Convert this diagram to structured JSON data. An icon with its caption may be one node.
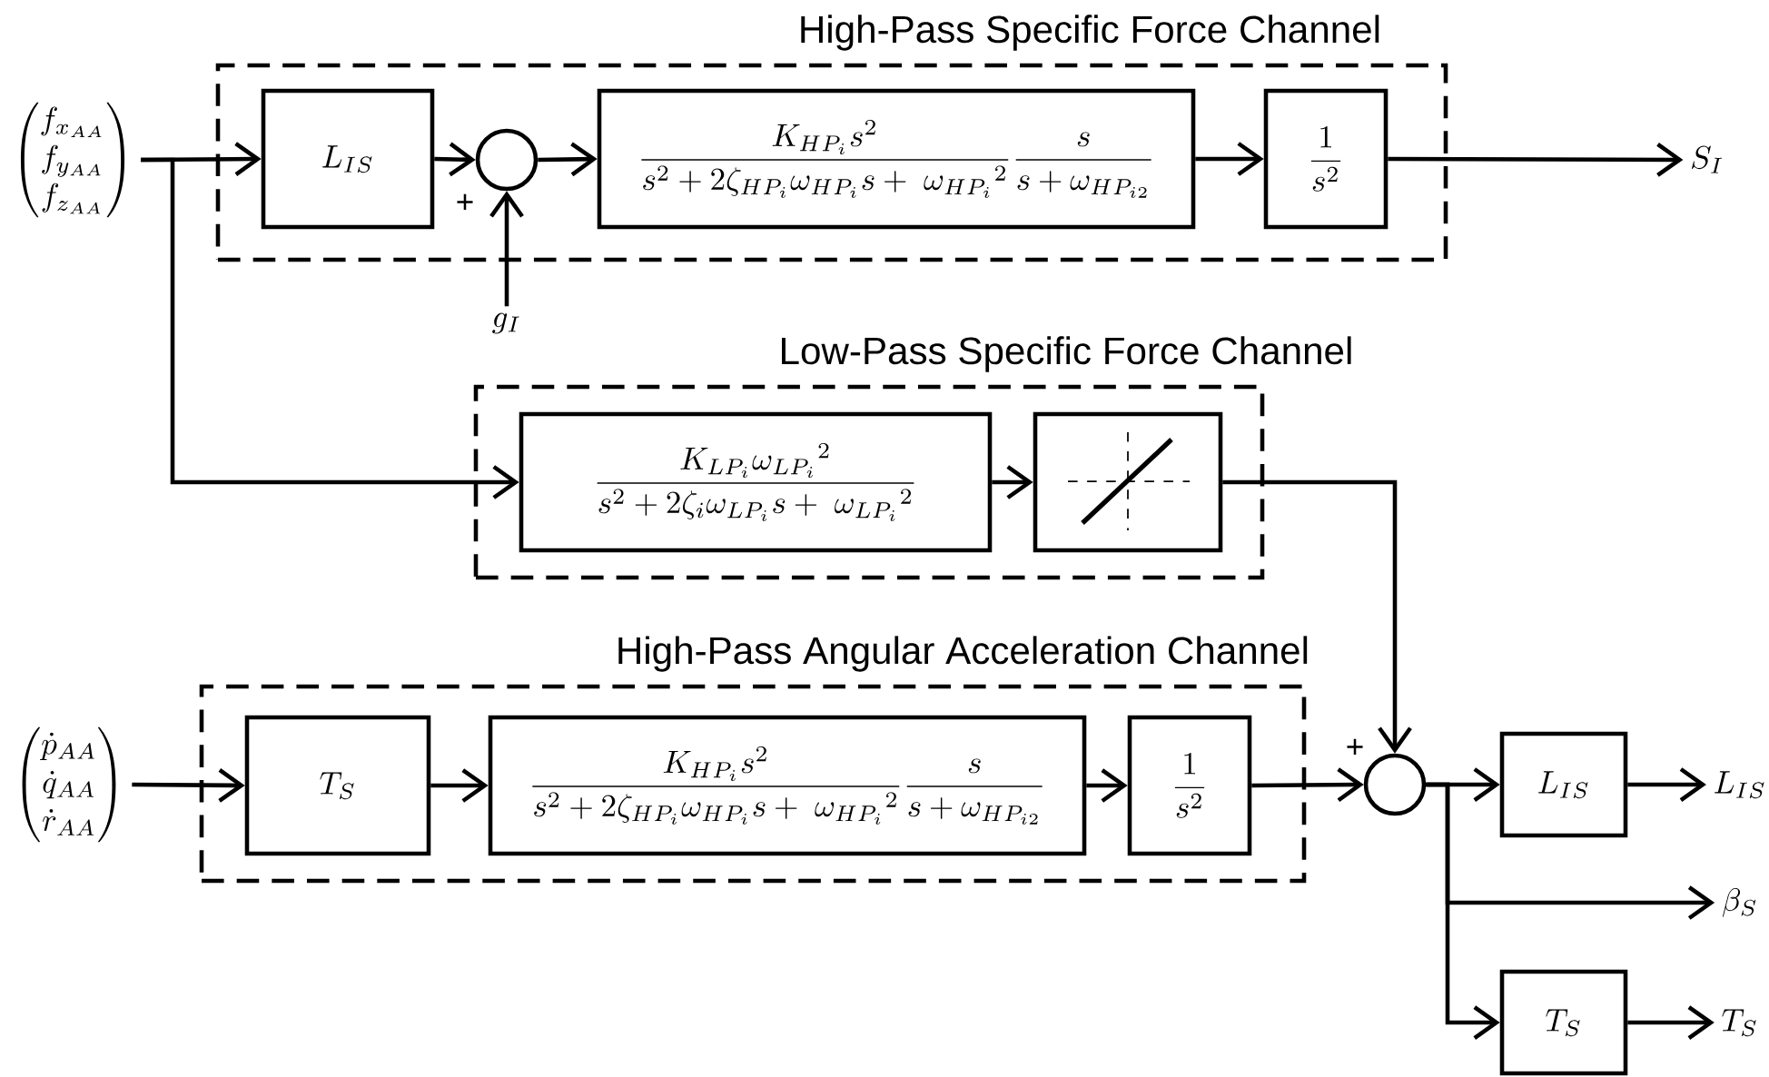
{
  "diagram": {
    "nodes": [
      {
        "text": [
          "High-Pass Specific Force Channel"
        ]
      },
      {
        "text": [
          "\\begin{pmatrix} f_{x_{AA}} \\\\ f_{y_{AA}} \\\\ f_{z_{AA}} \\end{pmatrix}"
        ]
      },
      {
        "text": [
          "L_{IS}"
        ],
        "in": 0
      },
      {
        "text": [],
        "shape": "circle",
        "in": 0
      },
      {
        "text": [
          "\\frac{K_{HP_i}s^2}{s^2+2\\zeta_{HP_i}\\omega_{HP_i}s+\\ {\\omega_{HP_i}}^2}\\frac{s}{s+\\omega_{HP_{i2}}}"
        ],
        "in": 0
      },
      {
        "text": [
          "\\frac{1}{s^2}"
        ],
        "in": 0
      },
      {
        "text": [
          "S_I"
        ]
      },
      {
        "text": [
          "g_I"
        ]
      },
      {
        "text": [
          "Low-Pass Specific Force Channel"
        ]
      },
      {
        "text": [
          "\\frac{K_{LP_i}{\\omega_{LP_i}}^2}{s^2+2\\zeta_i\\omega_{LP_i}s+\\ {\\omega_{LP_i}}^2}"
        ],
        "in": 8
      },
      {
        "text": [],
        "shape": "box",
        "in": 8
      },
      {
        "text": [
          "High-Pass Angular Acceleration Channel"
        ]
      },
      {
        "text": [
          "\\begin{pmatrix} \\dot{p}_{AA} \\\\ \\dot{q}_{AA} \\\\ \\dot{r}_{AA} \\end{pmatrix}"
        ]
      },
      {
        "text": [
          "T_S"
        ],
        "in": 11
      },
      {
        "text": [
          "\\frac{K_{HP_i}s^2}{s^2+2\\zeta_{HP_i}\\omega_{HP_i}s+\\ {\\omega_{HP_i}}^2}\\frac{s}{s+\\omega_{HP_{i2}}}"
        ],
        "in": 11
      },
      {
        "text": [
          "\\frac{1}{s^2}"
        ],
        "in": 11
      },
      {
        "text": [],
        "shape": "circle"
      },
      {
        "text": [
          "L_{IS}"
        ]
      },
      {
        "text": [
          "T_S"
        ]
      },
      {
        "text": [
          "L_{IS}"
        ]
      },
      {
        "text": [
          "\\beta_S"
        ]
      },
      {
        "text": [
          "T_S"
        ]
      }
    ],
    "edges": [
      {
        "from": 1,
        "to": 2,
        "arrow": "to"
      },
      {
        "from": 1,
        "to": 9,
        "arrow": "to"
      },
      {
        "from": 2,
        "to": 3,
        "arrow": "to"
      },
      {
        "from": 7,
        "to": 3,
        "arrow": "to"
      },
      {
        "from": 3,
        "to": 4,
        "arrow": "to"
      },
      {
        "from": 4,
        "to": 5,
        "arrow": "to"
      },
      {
        "from": 5,
        "to": 6,
        "arrow": "to"
      },
      {
        "from": 9,
        "to": 10,
        "arrow": "to"
      },
      {
        "from": 10,
        "to": 16,
        "arrow": "to"
      },
      {
        "from": 12,
        "to": 13,
        "arrow": "to"
      },
      {
        "from": 13,
        "to": 14,
        "arrow": "to"
      },
      {
        "from": 14,
        "to": 15,
        "arrow": "to"
      },
      {
        "from": 15,
        "to": 16,
        "arrow": "to"
      },
      {
        "from": 16,
        "to": 17,
        "arrow": "to"
      },
      {
        "from": 16,
        "to": 20,
        "arrow": "to"
      },
      {
        "from": 16,
        "to": 18,
        "arrow": "to"
      },
      {
        "from": 17,
        "to": 19,
        "arrow": "to"
      },
      {
        "from": 18,
        "to": 21,
        "arrow": "to"
      }
    ],
    "labels": [
      "+",
      "+"
    ]
  }
}
